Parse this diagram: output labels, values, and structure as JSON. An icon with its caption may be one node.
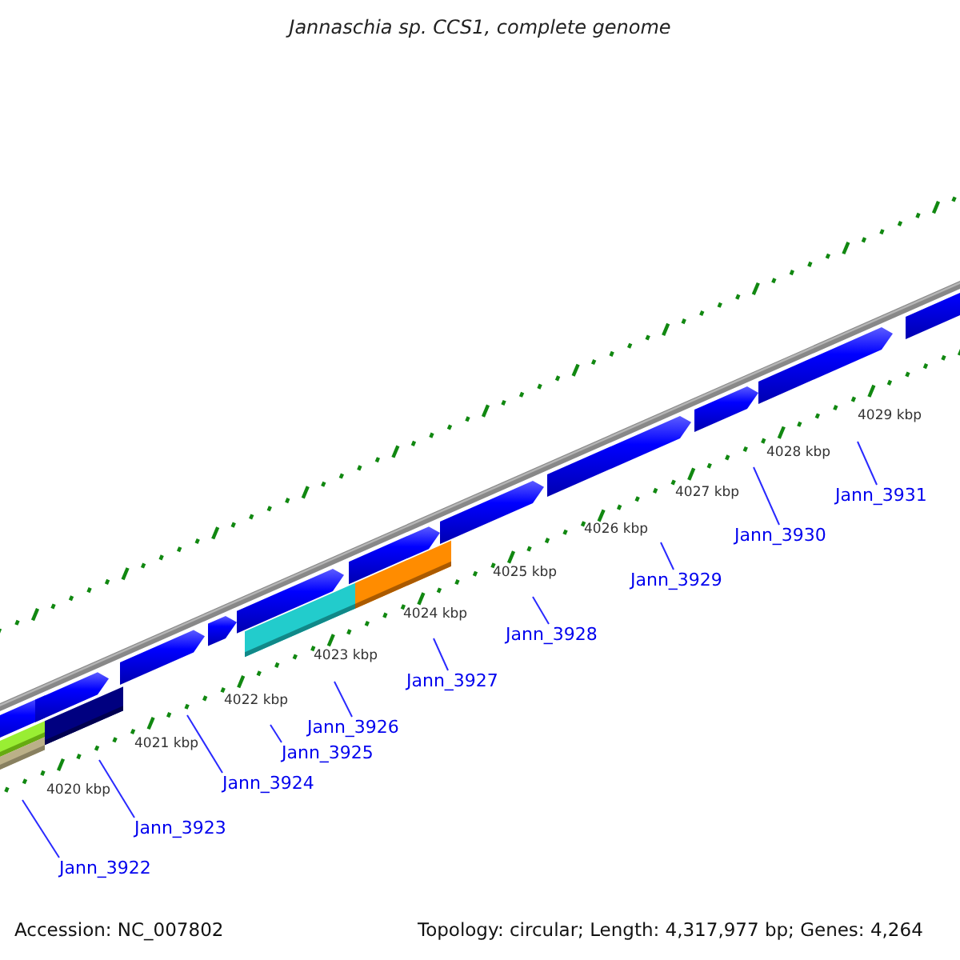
{
  "diagram": {
    "title": "Jannaschia sp. CCS1, complete genome",
    "nodes": [
      {
        "text": [
          "Jann_3922"
        ]
      },
      {
        "text": [
          "Jann_3923"
        ]
      },
      {
        "text": [
          "Jann_3924"
        ]
      },
      {
        "text": [
          "Jann_3925"
        ]
      },
      {
        "text": [
          "Jann_3926"
        ]
      },
      {
        "text": [
          "Jann_3927"
        ]
      },
      {
        "text": [
          "Jann_3928"
        ]
      },
      {
        "text": [
          "Jann_3929"
        ]
      },
      {
        "text": [
          "Jann_3930"
        ]
      },
      {
        "text": [
          "Jann_3931"
        ]
      }
    ],
    "edges": [
      {
        "from": 0,
        "to": null,
        "arrow": "none"
      },
      {
        "from": 1,
        "to": null,
        "arrow": "none"
      },
      {
        "from": 2,
        "to": null,
        "arrow": "none"
      },
      {
        "from": 3,
        "to": null,
        "arrow": "none"
      },
      {
        "from": 4,
        "to": null,
        "arrow": "none"
      },
      {
        "from": 5,
        "to": null,
        "arrow": "none"
      },
      {
        "from": 6,
        "to": null,
        "arrow": "none"
      },
      {
        "from": 7,
        "to": null,
        "arrow": "none"
      },
      {
        "from": 8,
        "to": null,
        "arrow": "none"
      },
      {
        "from": 9,
        "to": null,
        "arrow": "none"
      }
    ],
    "labels": [
      "4029 kbp",
      "4028 kbp",
      "4027 kbp",
      "4026 kbp",
      "4025 kbp",
      "4024 kbp",
      "4023 kbp",
      "4022 kbp",
      "4021 kbp",
      "4020 kbp",
      "Accession: NC_007802",
      "Topology: circular; Length: 4,317,977 bp; Genes: 4,264"
    ]
  }
}
